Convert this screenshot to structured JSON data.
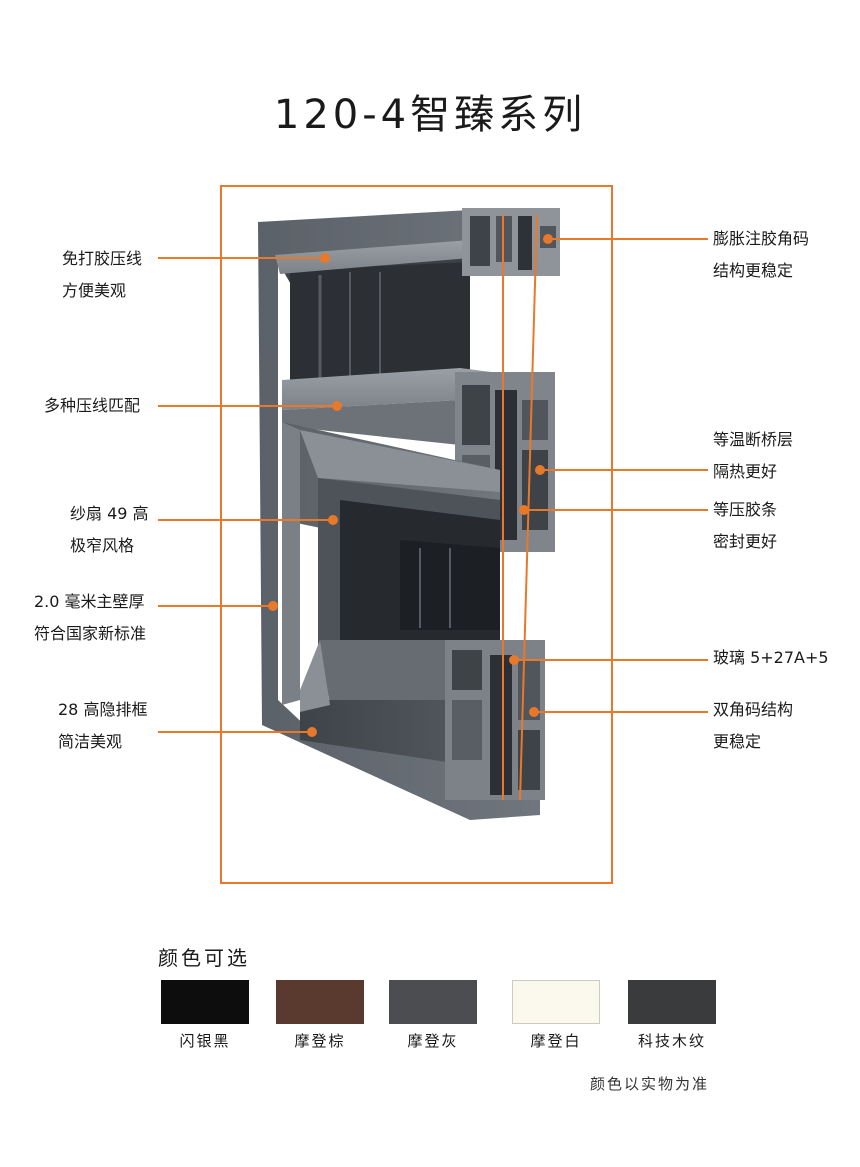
{
  "title": "120-4智臻系列",
  "accent_color": "#e8782a",
  "callouts_left": [
    {
      "line1": "免打胶压线",
      "line2": "方便美观"
    },
    {
      "line1": "多种压线匹配",
      "line2": ""
    },
    {
      "line1": "纱扇 49 高",
      "line2": "极窄风格"
    },
    {
      "line1": "2.0 毫米主壁厚",
      "line2": "符合国家新标准"
    },
    {
      "line1": "28 高隐排框",
      "line2": "简洁美观"
    }
  ],
  "callouts_right": [
    {
      "line1": "膨胀注胶角码",
      "line2": "结构更稳定"
    },
    {
      "line1": "等温断桥层",
      "line2": "隔热更好"
    },
    {
      "line1": "等压胶条",
      "line2": "密封更好"
    },
    {
      "line1": "玻璃 5+27A+5",
      "line2": ""
    },
    {
      "line1": "双角码结构",
      "line2": "更稳定"
    }
  ],
  "colors_title": "颜色可选",
  "swatches": [
    {
      "label": "闪银黑",
      "color": "#0d0d0d"
    },
    {
      "label": "摩登棕",
      "color": "#5a3a2e"
    },
    {
      "label": "摩登灰",
      "color": "#4b4d50"
    },
    {
      "label": "摩登白",
      "color": "#fbf8ee"
    },
    {
      "label": "科技木纹",
      "color": "#3a3b3d"
    }
  ],
  "note": "颜色以实物为准"
}
